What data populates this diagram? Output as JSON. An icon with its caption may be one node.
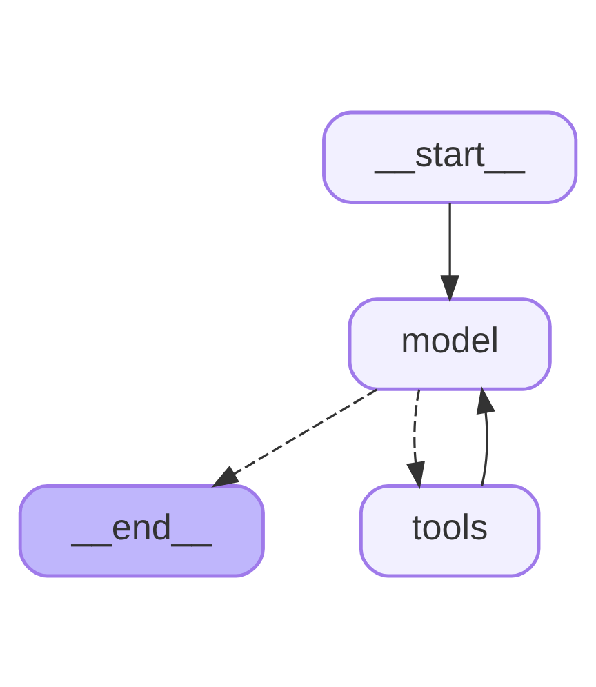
{
  "diagram": {
    "nodes": [
      {
        "text": [
          "__start__"
        ]
      },
      {
        "text": [
          "model"
        ]
      },
      {
        "text": [
          "__end__"
        ]
      },
      {
        "text": [
          "tools"
        ]
      }
    ],
    "edges": [
      {
        "from": 0,
        "to": 1,
        "arrow": "to"
      },
      {
        "from": 1,
        "to": 2,
        "arrow": "to",
        "style": "dashed"
      },
      {
        "from": 1,
        "to": 3,
        "arrow": "to",
        "style": "dashed"
      },
      {
        "from": 3,
        "to": 1,
        "arrow": "to"
      }
    ]
  }
}
